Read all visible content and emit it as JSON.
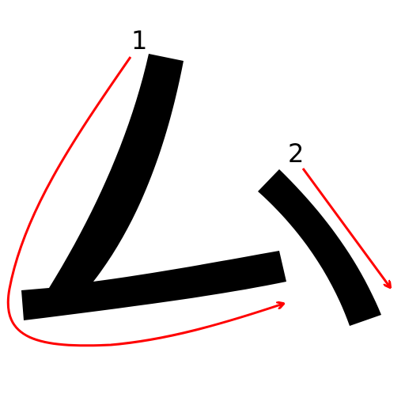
{
  "character": "ム",
  "colors": {
    "background": "#ffffff",
    "stroke": "#000000",
    "arrow": "#ff0000"
  },
  "strokes": [
    {
      "number": "1"
    },
    {
      "number": "2"
    }
  ]
}
